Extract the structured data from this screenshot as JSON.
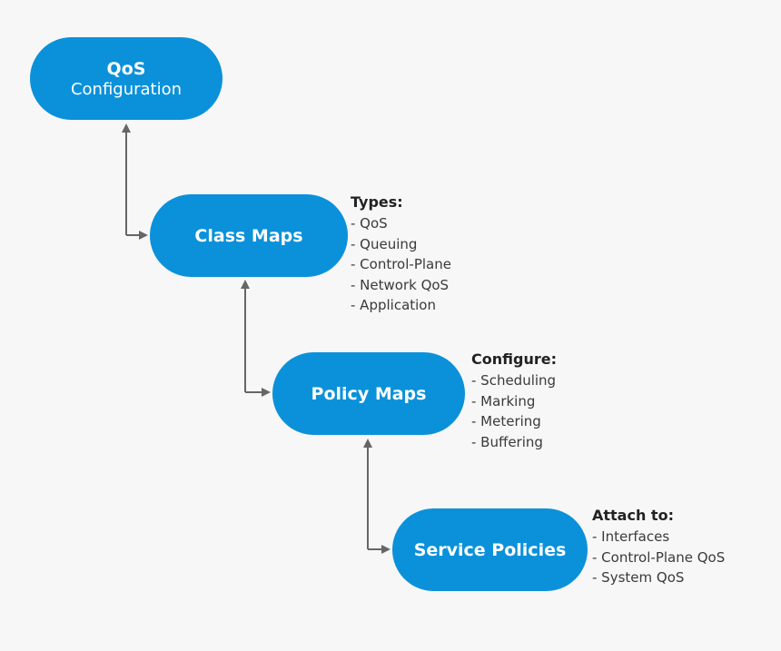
{
  "nodes": {
    "qos": {
      "title": "QoS",
      "subtitle": "Configuration"
    },
    "class_maps": {
      "title": "Class Maps"
    },
    "policy_maps": {
      "title": "Policy Maps"
    },
    "service_policies": {
      "title": "Service Policies"
    }
  },
  "annotations": {
    "types": {
      "heading": "Types:",
      "items": [
        "- QoS",
        "- Queuing",
        "- Control-Plane",
        "- Network QoS",
        "- Application"
      ]
    },
    "configure": {
      "heading": "Configure:",
      "items": [
        "- Scheduling",
        "- Marking",
        "- Metering",
        "- Buffering"
      ]
    },
    "attach": {
      "heading": "Attach to:",
      "items": [
        "- Interfaces",
        "- Control-Plane QoS",
        "- System QoS"
      ]
    }
  },
  "colors": {
    "node_fill": "#0b91da",
    "node_text": "#ffffff",
    "connector": "#666666",
    "background": "#f7f7f7"
  }
}
